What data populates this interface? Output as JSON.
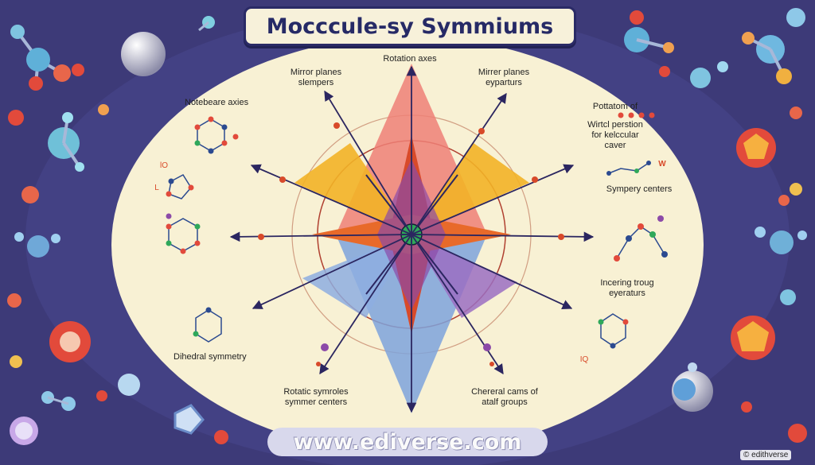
{
  "title": "Mocccule-sy Symmiums",
  "labels": {
    "rotation_axes": "Rotation axes",
    "mirror_planes_left_1": "Mirror planes",
    "mirror_planes_left_2": "slempers",
    "mirror_planes_right_1": "Mirrer planes",
    "mirror_planes_right_2": "eyparturs",
    "notebeare_axies": "Notebeare axies",
    "pottatom_1": "Pottatom of",
    "pottatom_2": "Wirtcl perstion",
    "pottatom_3": "for kelccular",
    "pottatom_4": "caver",
    "sympery_centers": "Sympery centers",
    "incering_1": "Incering troug",
    "incering_2": "eyeraturs",
    "dihedral": "Dihedral symmetry",
    "rotatic_1": "Rotatic symroles",
    "rotatic_2": "symmer centers",
    "chereta_1": "Chereral cams of",
    "chereta_2": "atalf groups",
    "glyph_w": "W",
    "glyph_iq": "IQ",
    "glyph_lo": "lO",
    "glyph_l": "L"
  },
  "url": "www.ediverse.com",
  "watermark": "© edithverse",
  "colors": {
    "background": "#3d3a78",
    "panel": "#f8f1d4",
    "title_text": "#262a66",
    "red_triangle": "#ee8077",
    "orange_wedge": "#f2b227",
    "blue_triangle": "#7ea3dc",
    "purple_wedge": "#9b6fc2",
    "arrow": "#2b2660"
  }
}
